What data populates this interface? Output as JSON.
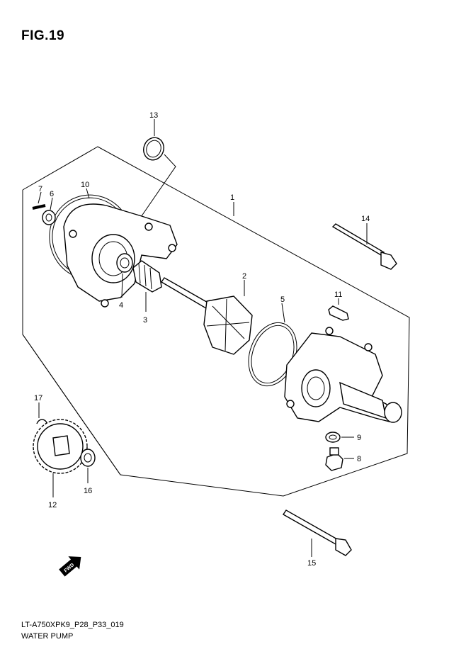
{
  "figure": {
    "title": "FIG.19",
    "code": "LT-A750XPK9_P28_P33_019",
    "name": "WATER PUMP"
  },
  "callouts": {
    "c1": "1",
    "c2": "2",
    "c3": "3",
    "c4": "4",
    "c5": "5",
    "c6": "6",
    "c7": "7",
    "c8": "8",
    "c9": "9",
    "c10": "10",
    "c11": "11",
    "c12": "12",
    "c13": "13",
    "c14": "14",
    "c15": "15",
    "c16": "16",
    "c17": "17"
  },
  "fwd_mark": "FWD"
}
